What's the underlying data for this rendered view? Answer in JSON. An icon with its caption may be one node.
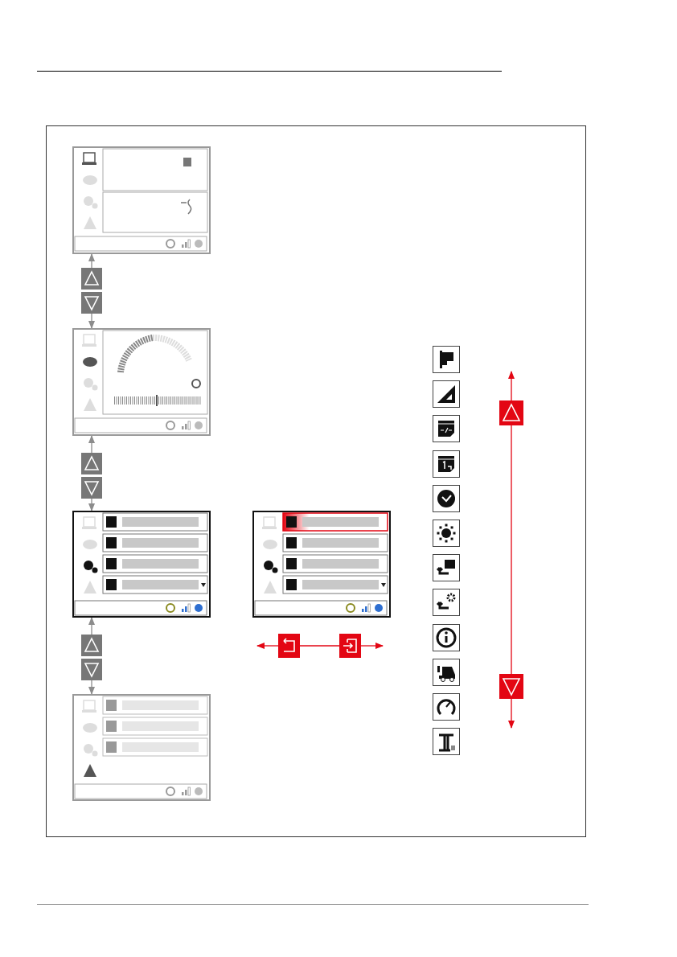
{
  "diagram": {
    "nodes": [
      {
        "text": [],
        "shape": "box"
      },
      {
        "text": [],
        "shape": "box"
      },
      {
        "text": [],
        "shape": "box"
      },
      {
        "text": [],
        "shape": "box"
      },
      {
        "text": [],
        "shape": "box"
      },
      {
        "text": [],
        "shape": "box"
      },
      {
        "text": [],
        "shape": "box"
      },
      {
        "text": [],
        "shape": "box"
      },
      {
        "text": [],
        "shape": "box"
      },
      {
        "text": [],
        "shape": "box"
      },
      {
        "text": [],
        "shape": "box"
      },
      {
        "text": [],
        "shape": "box"
      },
      {
        "text": [],
        "shape": "box"
      },
      {
        "text": [],
        "shape": "box"
      },
      {
        "text": [],
        "shape": "box"
      }
    ],
    "edges": [
      {
        "from": 5,
        "to": 0,
        "arrow": "to"
      },
      {
        "from": 6,
        "to": 1,
        "arrow": "to"
      },
      {
        "from": 7,
        "to": 1,
        "arrow": "to"
      },
      {
        "from": 8,
        "to": 2,
        "arrow": "to"
      },
      {
        "from": 9,
        "to": 2,
        "arrow": "to"
      },
      {
        "from": 10,
        "to": 3,
        "arrow": "to"
      },
      {
        "from": 11,
        "to": null,
        "arrow": "to",
        "color": "#e30613"
      },
      {
        "from": 11,
        "to": 12,
        "arrow": "none",
        "color": "#e30613"
      },
      {
        "from": 12,
        "to": null,
        "arrow": "to",
        "color": "#e30613"
      },
      {
        "from": 13,
        "to": null,
        "arrow": "to",
        "color": "#e30613"
      },
      {
        "from": 13,
        "to": 14,
        "arrow": "none",
        "color": "#e30613"
      },
      {
        "from": 14,
        "to": null,
        "arrow": "to",
        "color": "#e30613"
      }
    ]
  }
}
